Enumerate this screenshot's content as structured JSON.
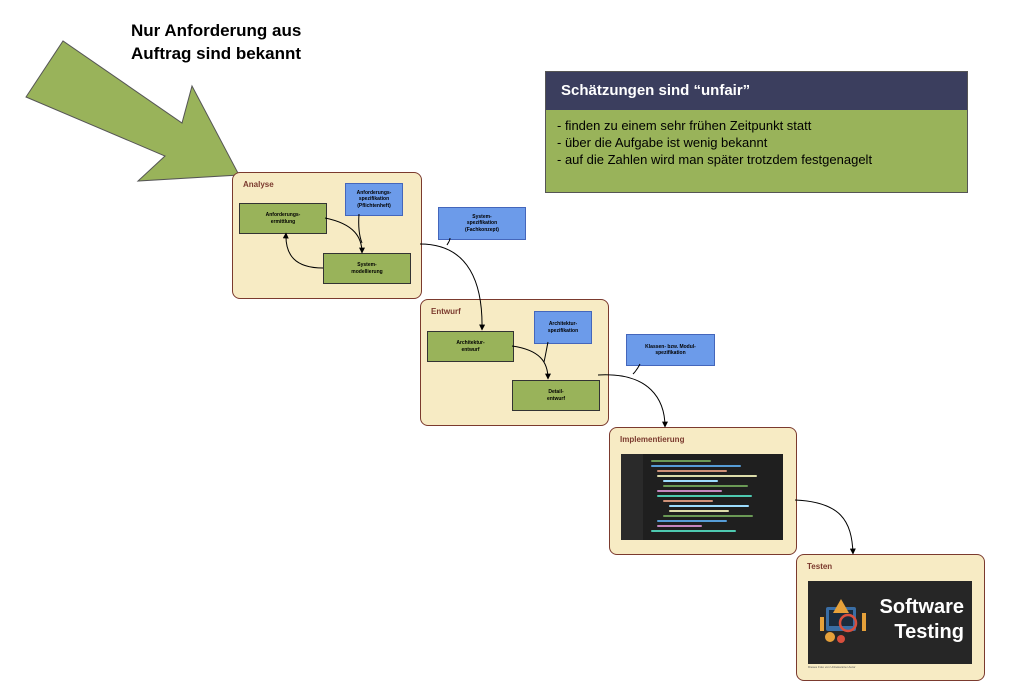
{
  "headline": "Nur Anforderung aus\nAuftrag sind bekannt",
  "callout": {
    "title": "Schätzungen sind “unfair”",
    "items": [
      "- finden zu einem sehr frühen Zeitpunkt statt",
      "- über die Aufgabe ist wenig bekannt",
      "- auf die Zahlen wird man später trotzdem festgenagelt"
    ]
  },
  "phases": {
    "analyse": {
      "title": "Analyse",
      "task1": "Anforderungs-\nermittlung",
      "task2": "System-\nmodellierung",
      "doc": "Anforderungs-\nspezifikation\n(Pflichtenheft)"
    },
    "entwurf": {
      "title": "Entwurf",
      "task1": "Architektur-\nentwurf",
      "task2": "Detail-\nentwurf",
      "doc": "Architektur-\nspezifikation"
    },
    "implementierung": {
      "title": "Implementierung"
    },
    "testen": {
      "title": "Testen",
      "image_text": "Software\nTesting",
      "caption": "Dieses Foto von Unbekannter Autor"
    }
  },
  "docs": {
    "system_spec": "System-\nspezifikation\n(Fachkonzept)",
    "module_spec": "Klassen- bzw. Modul-\nspezifikation"
  },
  "colors": {
    "arrow_green": "#99b35a",
    "task_green": "#99b35a",
    "doc_blue": "#6c9bea",
    "phase_fill": "#f7ebc4",
    "phase_border": "#7b3a2e",
    "callout_header": "#3b3e5e"
  }
}
